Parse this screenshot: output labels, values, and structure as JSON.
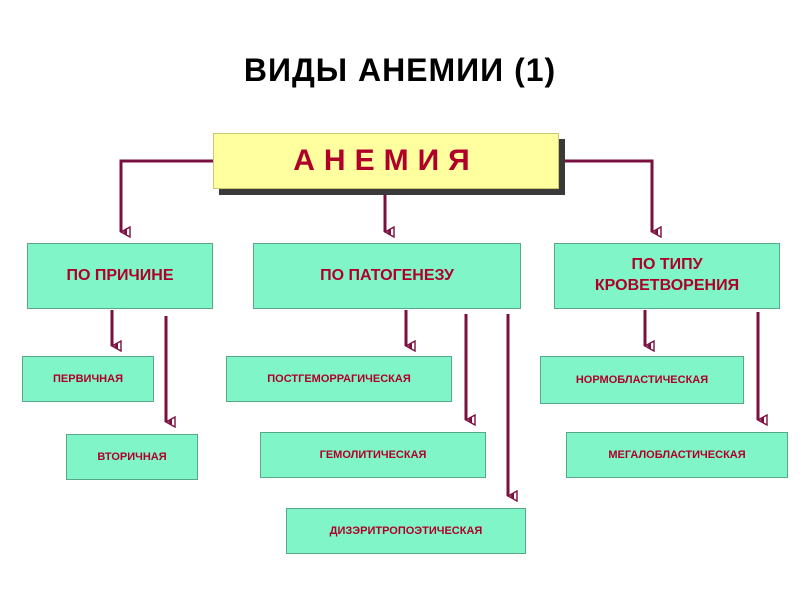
{
  "title": "ВИДЫ  АНЕМИИ (1)",
  "root": "АНЕМИЯ",
  "categories": [
    {
      "label": "ПО ПРИЧИНЕ",
      "items": [
        "ПЕРВИЧНАЯ",
        "ВТОРИЧНАЯ"
      ]
    },
    {
      "label": "ПО ПАТОГЕНЕЗУ",
      "items": [
        "ПОСТГЕМОРРАГИЧЕСКАЯ",
        "ГЕМОЛИТИЧЕСКАЯ",
        "ДИЗЭРИТРОПОЭТИЧЕСКАЯ"
      ]
    },
    {
      "label": "ПО ТИПУ КРОВЕТВОРЕНИЯ",
      "items": [
        "НОРМОБЛАСТИЧЕСКАЯ",
        "МЕГАЛОБЛАСТИЧЕСКАЯ"
      ]
    }
  ],
  "colors": {
    "root_fill": "#ffffa0",
    "box_fill": "#7ff5c8",
    "text": "#b0002a",
    "connector": "#7a1040"
  }
}
